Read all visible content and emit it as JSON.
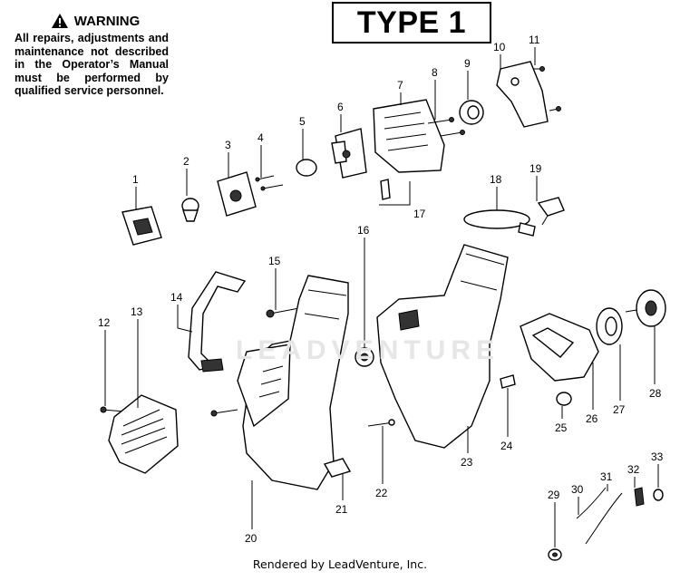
{
  "warning": {
    "heading": "WARNING",
    "body": "All repairs, adjustments and maintenance not described in the Operator’s Manual must be performed by qualified service personnel.",
    "icon": "warning-triangle-icon"
  },
  "type_label": "TYPE 1",
  "watermark": "LEADVENTURE",
  "footer": "Rendered by LeadVenture, Inc.",
  "callouts": [
    "1",
    "2",
    "3",
    "4",
    "5",
    "6",
    "7",
    "8",
    "9",
    "10",
    "11",
    "12",
    "13",
    "14",
    "15",
    "16",
    "17",
    "18",
    "19",
    "20",
    "21",
    "22",
    "23",
    "24",
    "25",
    "26",
    "27",
    "28",
    "29",
    "30",
    "31",
    "32",
    "33"
  ]
}
